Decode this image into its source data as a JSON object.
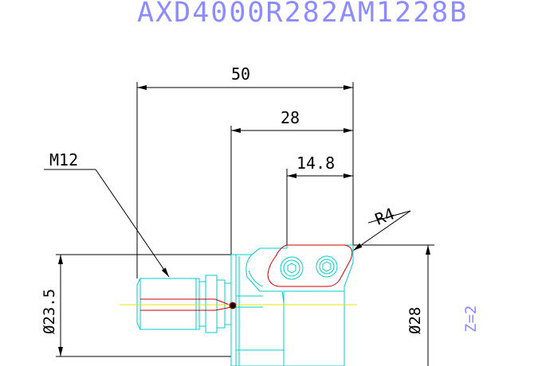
{
  "title": "AXD4000R282AM1228B",
  "dimensions": {
    "overall_length": "50",
    "head_length": "28",
    "insert_length": "14.8",
    "corner_radius": "R4",
    "thread": "M12",
    "shank_diameter": "Ø23.5",
    "cutting_diameter": "Ø28"
  },
  "teeth": "Z=2",
  "colors": {
    "title": "#8c8cff",
    "dimension": "#000000",
    "body_outline": "#00cccc",
    "insert_outline": "#cc0000",
    "centerline": "#e6e600",
    "tooth_label": "#8c8cff"
  }
}
